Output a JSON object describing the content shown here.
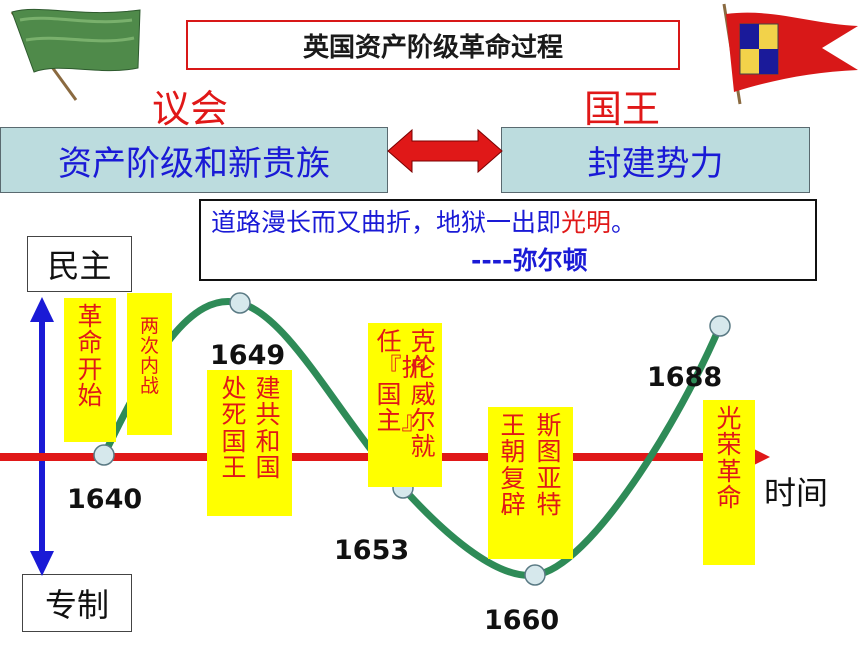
{
  "title": "英国资产阶级革命过程",
  "sides": {
    "left": {
      "label": "议会",
      "box": "资产阶级和新贵族"
    },
    "right": {
      "label": "国王",
      "box": "封建势力"
    }
  },
  "quote": {
    "prefix": "道路漫长而又曲折，地狱一出即",
    "highlight": "光明",
    "suffix": "。",
    "author": "----弥尔顿"
  },
  "axis": {
    "top": "民主",
    "bottom": "专制",
    "time": "时间"
  },
  "chart_data": {
    "type": "line",
    "x": [
      "1640",
      "1649",
      "1653",
      "1660",
      "1688"
    ],
    "points": [
      {
        "year": "1640",
        "level": "low"
      },
      {
        "year": "1649",
        "level": "high"
      },
      {
        "year": "1653",
        "level": "low"
      },
      {
        "year": "1660",
        "level": "lowest"
      },
      {
        "year": "1688",
        "level": "high"
      }
    ]
  },
  "events": {
    "e1": {
      "c1": "革命开始"
    },
    "e2": {
      "c1": "两次内战"
    },
    "e3": {
      "c1": "建共和国",
      "c2": "处死国王"
    },
    "e4": {
      "c1": "克伦威尔就",
      "c2": "任『护国主』"
    },
    "e5": {
      "c1": "斯图亚特",
      "c2": "王朝复辟"
    },
    "e6": {
      "c1": "光荣革命"
    }
  },
  "colors": {
    "red": "#e01818",
    "blue": "#1a1ad6",
    "yellow": "#ffff00",
    "curve": "#2e8b57",
    "box": "#bcdcde"
  }
}
